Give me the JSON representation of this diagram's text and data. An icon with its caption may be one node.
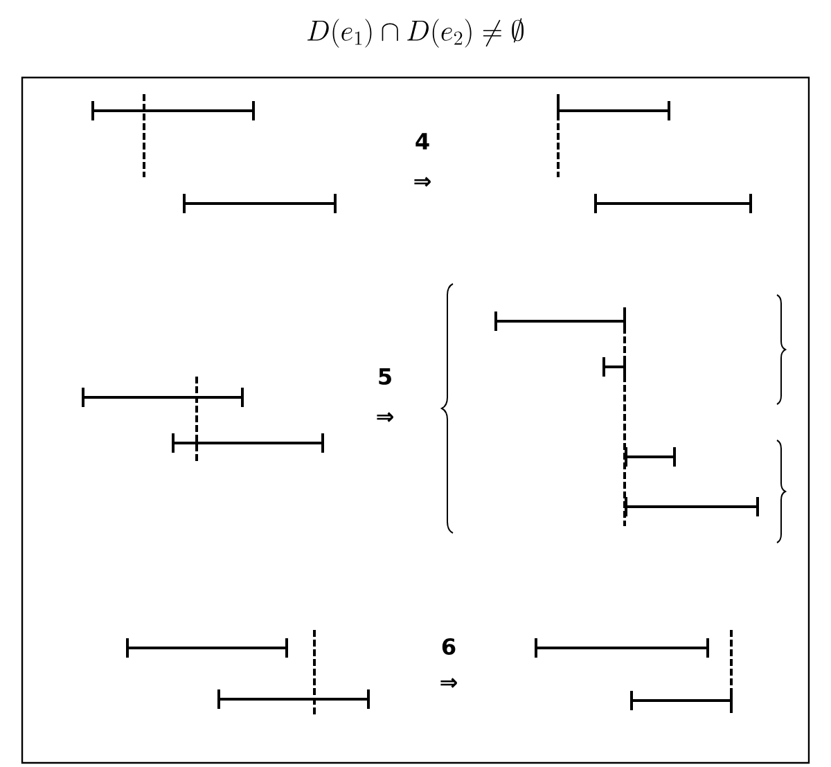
{
  "diagram": {
    "title": "D(e_1) \\cap D(e_2) \\neq \\emptyset",
    "labels": [
      "4",
      "⇒",
      "5",
      "⇒",
      "6",
      "⇒"
    ]
  }
}
